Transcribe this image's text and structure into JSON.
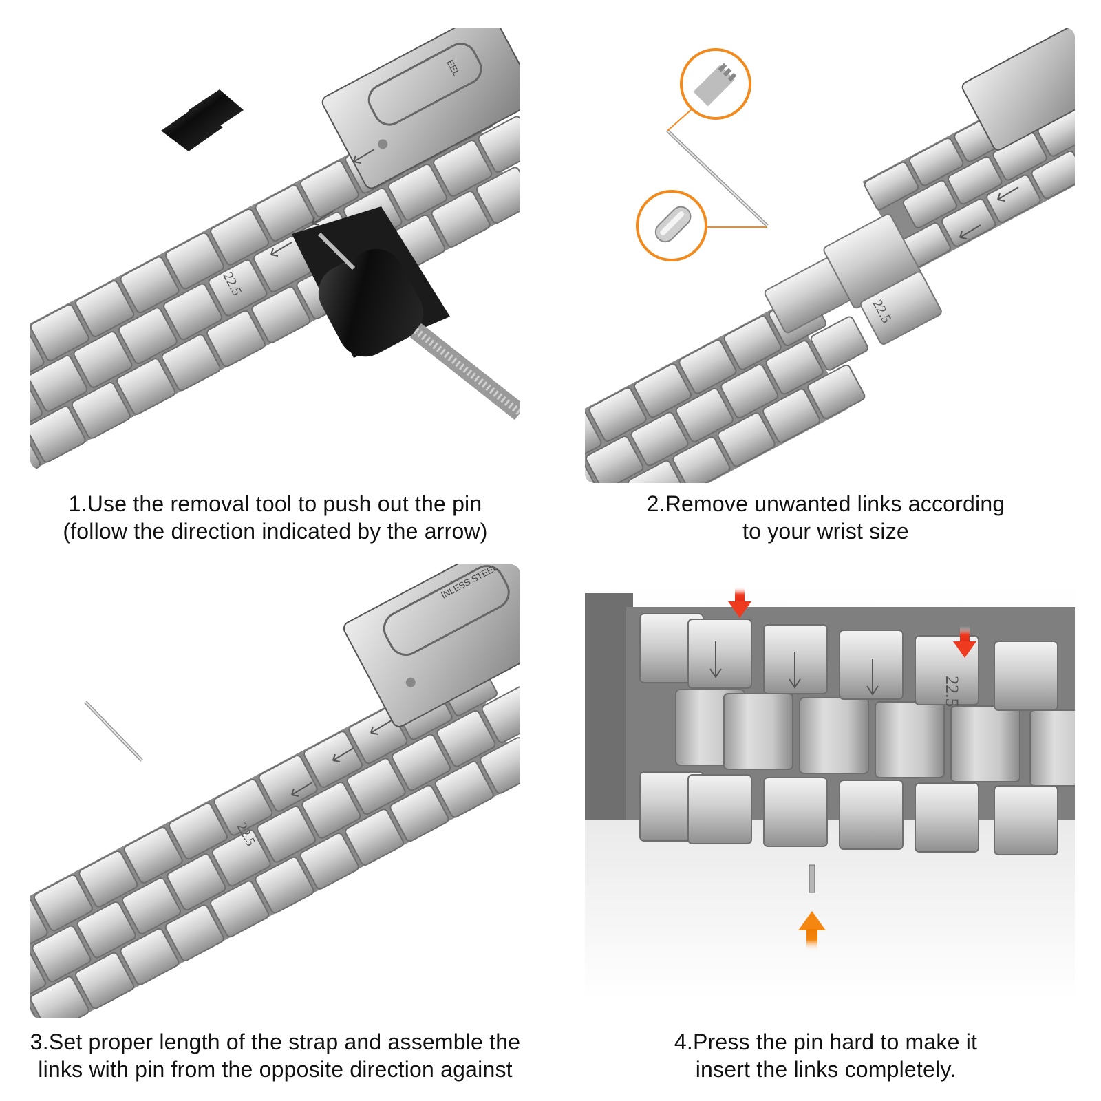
{
  "steps": [
    {
      "lines": [
        "1.Use the removal tool to push out the pin",
        "(follow the direction indicated by the arrow)"
      ],
      "clasp_text": "EEL",
      "link_size": "22.5"
    },
    {
      "lines": [
        "2.Remove unwanted links according",
        "to your wrist size"
      ],
      "link_size": "22.5"
    },
    {
      "lines": [
        "3.Set proper length of the strap and assemble the",
        "links with pin from the opposite direction against"
      ],
      "clasp_text": "INLESS STEEL",
      "link_size": "22.5"
    },
    {
      "lines": [
        "4.Press the pin hard to make it",
        "insert the links completely."
      ],
      "link_size": "22.5"
    }
  ],
  "colors": {
    "metal_light": "#e4e4e4",
    "metal_mid": "#b8b8b8",
    "metal_dark": "#7a7a7a",
    "tool_black": "#111111",
    "callout_orange": "#f28a1e",
    "press_arrow_red": "#ee3a1f",
    "push_arrow_orange": "#f5860f"
  },
  "icons": [
    "pin-removal-tool",
    "spring-bar-pin",
    "press-down-arrow",
    "push-up-arrow",
    "direction-arrow"
  ]
}
